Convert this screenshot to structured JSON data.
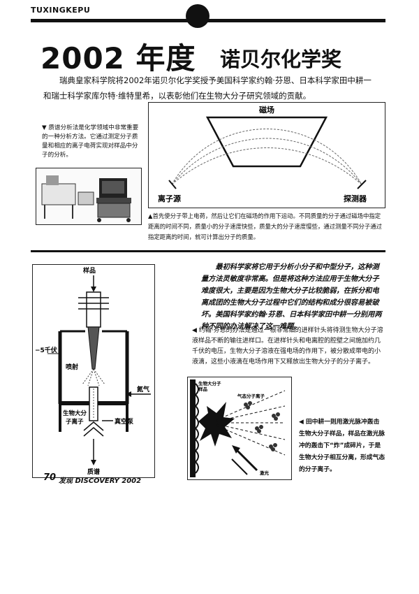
{
  "header": {
    "tag": "TUXINGKEPU"
  },
  "title": {
    "year": "2002 年度",
    "rest": "诺贝尔化学奖"
  },
  "intro": "瑞典皇家科学院将2002年诺贝尔化学奖授予美国科学家约翰·芬恩、日本科学家田中耕一和瑞士科学家库尔特·维特里希，以表彰他们在生物大分子研究领域的贡献。",
  "mass_spec_caption": "▼ 质谱分析法是化学领域中非常重要的一种分析方法。它通过测定分子质量和相应的离子电荷实现对样品中分子的分析。",
  "magnet_diagram": {
    "field_label": "磁场",
    "source_label": "离子源",
    "detector_label": "探测器",
    "caption": "▲首先使分子带上电荷，然后让它们在磁场的作用下运动。不同质量的分子通过磁场中指定距离的时间不同，质量小的分子速度快些，质量大的分子速度慢些，通过测量不同分子通过指定距离的时间，就可计算出分子的质量。"
  },
  "lower_intro": "最初科学家将它用于分析小分子和中型分子，这种测量方法灵敏度非常高。但是将这种方法应用于生物大分子难度很大，主要是因为生物大分子比较脆弱，在拆分和电离成团的生物大分子过程中它们的结构和成分很容易被破坏。美国科学家约翰·芬恩、日本科学家田中耕一分别用两种不同的办法解决了这一难题。",
  "fenn_caption": "◀ 约翰·芬恩的办法是通过一根非常细的进样针头将待测生物大分子溶液样品不断的输往进样口。在进样针头和电离腔的腔壁之间施加约几千伏的电压，生物大分子溶液在强电场的作用下，被分散成带电的小液滴，这些小液滴在电场作用下又释放出生物大分子的分子离子。",
  "electrospray_diagram": {
    "sample_label": "样品",
    "voltage_label": "−5千伏",
    "spray_label": "喷射",
    "nitrogen_label": "氮气",
    "ions_label_line1": "生物大分",
    "ions_label_line2": "子离子",
    "vacuum_label": "真空泵",
    "mass_spec_label": "质谱"
  },
  "laser_diagram": {
    "sample_label_line1": "生物大分子",
    "sample_label_line2": "样品",
    "gas_ions_label": "气态分子离子",
    "laser_label": "激光"
  },
  "tanaka_caption": "◀ 田中耕一则用激光脉冲轰击生物大分子样品，样品在激光脉冲的轰击下“炸”成碎片，于是生物大分子相互分离，形成气态的分子离子。",
  "folio": {
    "page": "70",
    "text": "发现 DISCOVERY 2002"
  }
}
